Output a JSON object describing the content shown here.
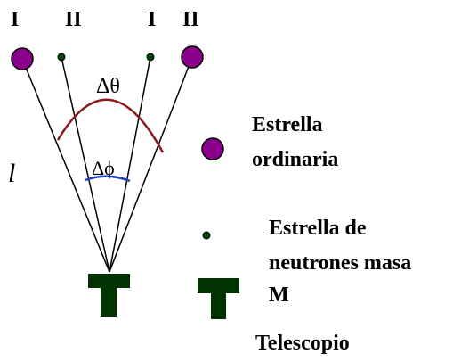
{
  "labels": {
    "star_1": "I",
    "star_2": "II",
    "star_3": "I",
    "star_4": "II",
    "delta_theta": "Δθ",
    "delta_phi": "Δϕ",
    "length": "l"
  },
  "legend": {
    "ordinary_line1": "Estrella",
    "ordinary_line2": "ordinaria",
    "neutron_line1": "Estrella de",
    "neutron_line2": "neutrones masa",
    "neutron_line3": "M",
    "telescope": "Telescopio"
  },
  "colors": {
    "ordinary_star": "#8b008b",
    "neutron_star": "#004400",
    "telescope": "#003300",
    "theta_arc": "#8b1a1a",
    "phi_arc": "#1f3fbf",
    "line": "#000000"
  }
}
